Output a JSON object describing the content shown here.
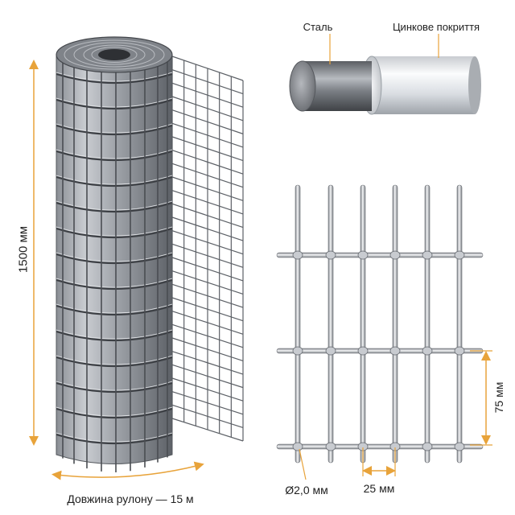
{
  "roll": {
    "height_label": "1500 мм",
    "length_label": "Довжина рулону — 15 м"
  },
  "wire": {
    "steel_label": "Сталь",
    "zinc_label": "Цинкове покриття"
  },
  "mesh": {
    "diameter_label": "Ø2,0 мм",
    "width_label": "25 мм",
    "height_label": "75 мм"
  },
  "colors": {
    "dimension_accent": "#e8a33a",
    "metal_dark": "#4a4d52",
    "metal_light": "#d4d7db",
    "zinc_light": "#eef0f3",
    "text": "#1f1f1f"
  }
}
